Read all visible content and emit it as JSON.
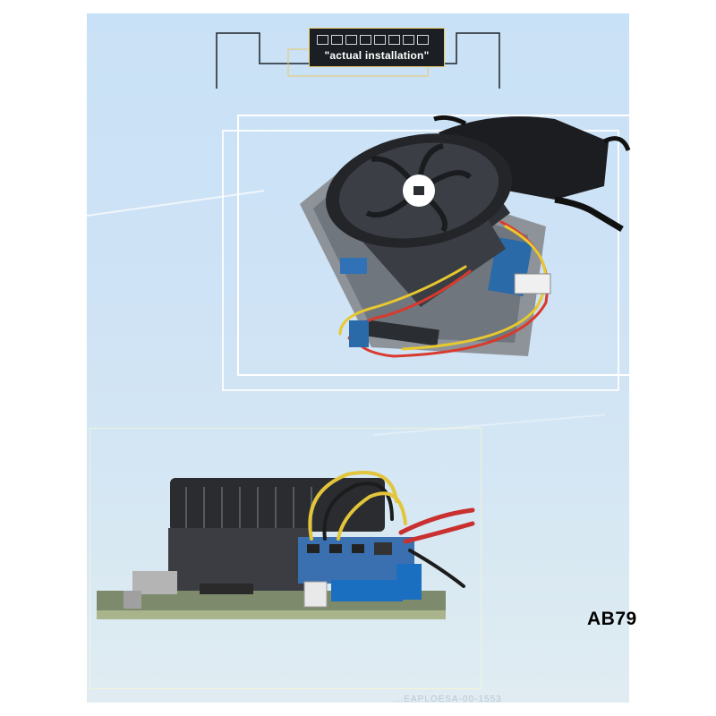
{
  "header": {
    "title": "\"actual installation\""
  },
  "product_code": "AB79",
  "footer_text": "...EAPLOESA-00-1553",
  "icons": [
    "cpu-cooler-fan",
    "power-adapter",
    "motherboard",
    "power-module-board"
  ],
  "colors": {
    "background": "#c9e1f6",
    "badge": "#1b1f24",
    "badge_border": "#e8c86a",
    "pcb_blue": "#3a6fb0"
  }
}
